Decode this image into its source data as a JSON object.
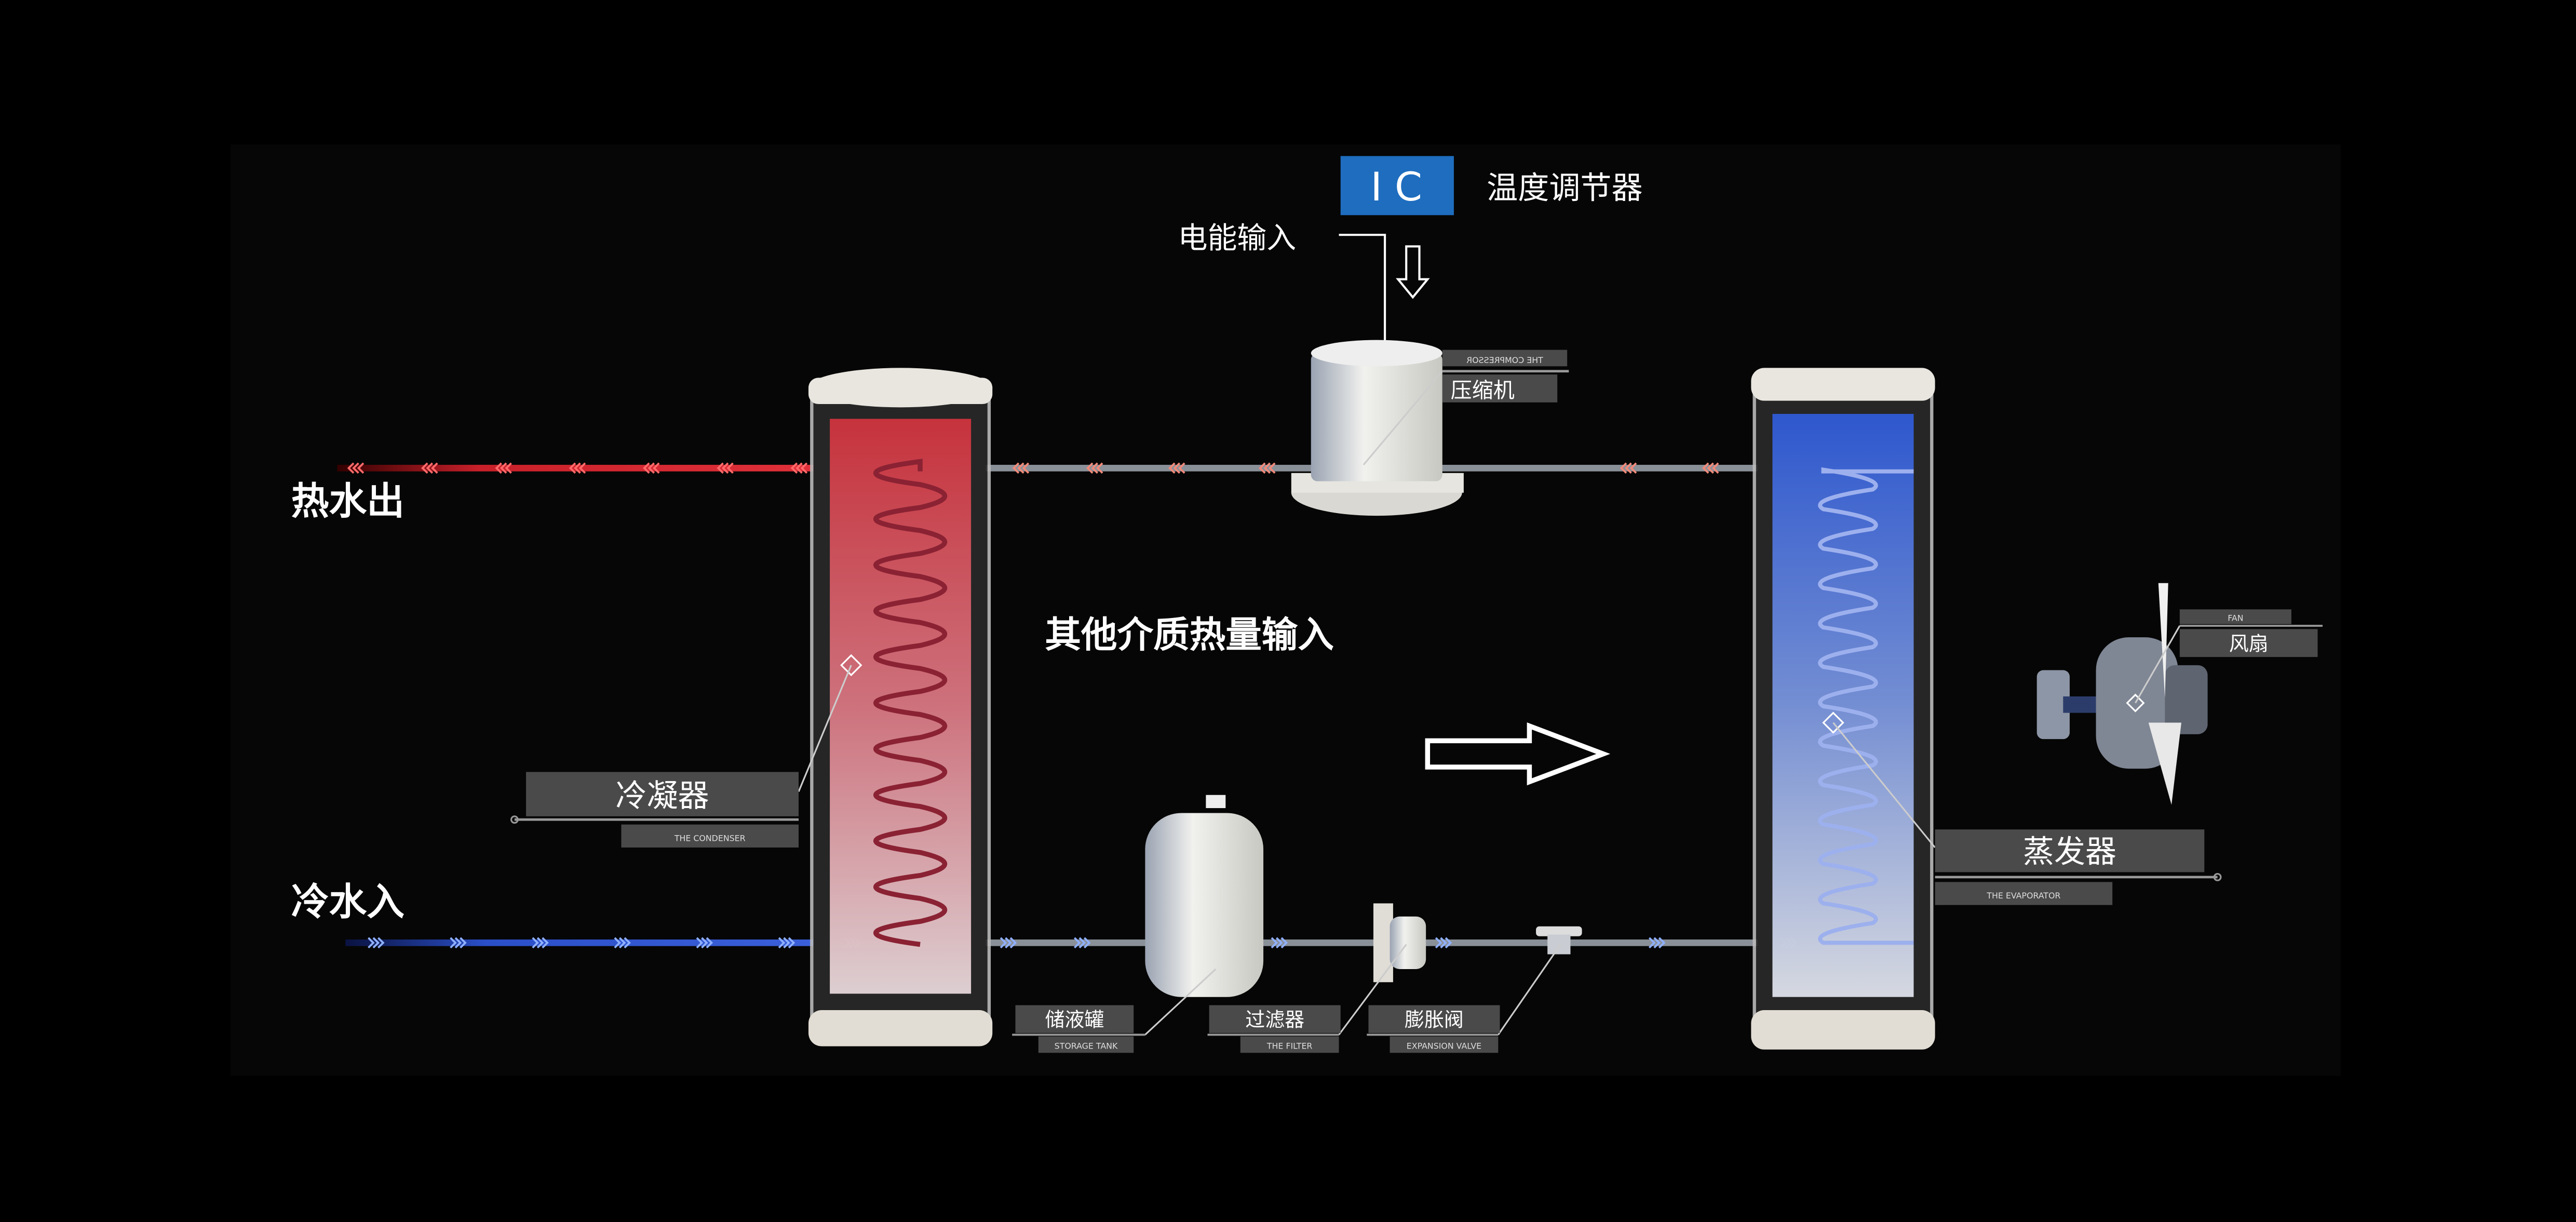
{
  "controller": {
    "ic_label": "I C",
    "title": "温度调节器",
    "power_input": "电能输入"
  },
  "compressor": {
    "en": "THE COMPRESSOR",
    "cn": "压缩机"
  },
  "condenser": {
    "en": "THE CONDENSER",
    "cn": "冷凝器"
  },
  "evaporator": {
    "en": "THE EVAPORATOR",
    "cn": "蒸发器"
  },
  "fan": {
    "en": "FAN",
    "cn": "风扇"
  },
  "storage_tank": {
    "en": "STORAGE TANK",
    "cn": "储液罐"
  },
  "filter": {
    "en": "THE FILTER",
    "cn": "过滤器"
  },
  "expansion_valve": {
    "en": "EXPANSION VALVE",
    "cn": "膨胀阀"
  },
  "hot_water_out": "热水出",
  "cold_water_in": "冷水入",
  "heat_input": "其他介质热量输入",
  "colors": {
    "ic_blue": "#1e6dbf",
    "hot": "#c8202a",
    "cold": "#2a4fc8",
    "label_box": "#4a4a4a"
  }
}
